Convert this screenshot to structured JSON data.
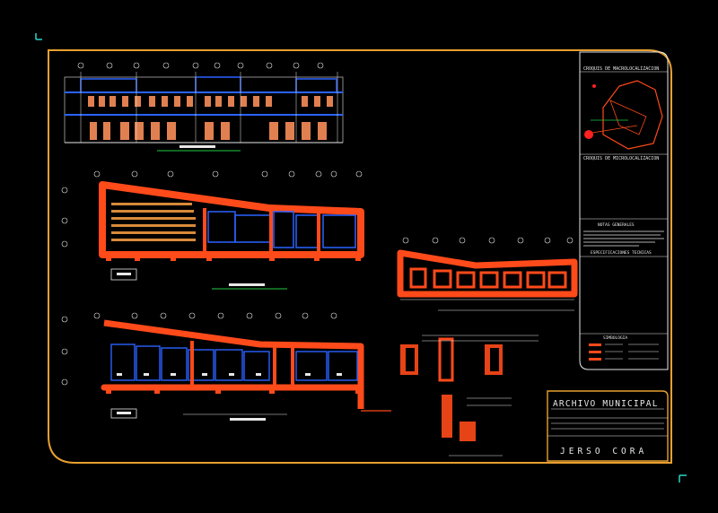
{
  "sheet": {
    "title": "ARCHIVO MUNICIPAL",
    "author": "JERSO CORA"
  },
  "side_panel": {
    "location_map_title": "CROQUIS DE MACROLOCALIZACION",
    "micro_map_title": "CROQUIS DE MICROLOCALIZACION",
    "notes_title": "NOTAS GENERALES",
    "specs_title": "ESPECIFICACIONES TECNICAS",
    "symbols_title": "SIMBOLOGIA"
  },
  "colors": {
    "background": "#000000",
    "sheet_border": "#e8a030",
    "walls": "#ff4a1a",
    "plan_lines": "#2255ff",
    "text_white": "#e8e8e8",
    "green": "#22cc44"
  }
}
